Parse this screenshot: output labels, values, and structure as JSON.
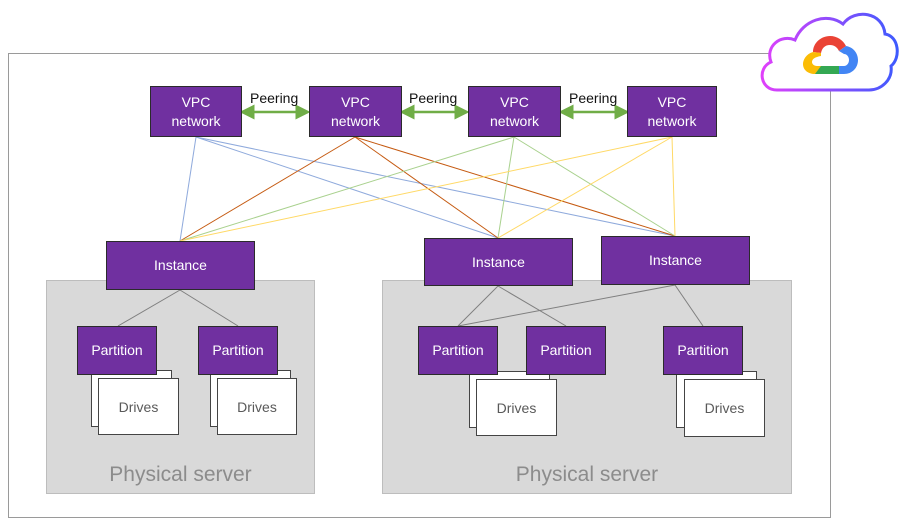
{
  "vpc_networks": [
    {
      "label": "VPC\nnetwork"
    },
    {
      "label": "VPC\nnetwork"
    },
    {
      "label": "VPC\nnetwork"
    },
    {
      "label": "VPC\nnetwork"
    }
  ],
  "peering_labels": [
    "Peering",
    "Peering",
    "Peering"
  ],
  "instances": [
    "Instance",
    "Instance",
    "Instance"
  ],
  "partitions": [
    "Partition",
    "Partition",
    "Partition",
    "Partition",
    "Partition"
  ],
  "drives": [
    "Drives",
    "Drives",
    "Drives",
    "Drives",
    "Drives"
  ],
  "servers": [
    {
      "label": "Physical server"
    },
    {
      "label": "Physical server"
    }
  ],
  "colors": {
    "node_fill": "#7030a0",
    "server_fill": "#d9d9d9",
    "peering_arrow": "#70ad47",
    "vpc1_links": "#8faadc",
    "vpc2_links": "#c55a11",
    "vpc3_links": "#a9d18e",
    "vpc4_links": "#ffd966",
    "attach_links": "#7f7f7f"
  },
  "logo": {
    "icon": "google-cloud-icon"
  }
}
